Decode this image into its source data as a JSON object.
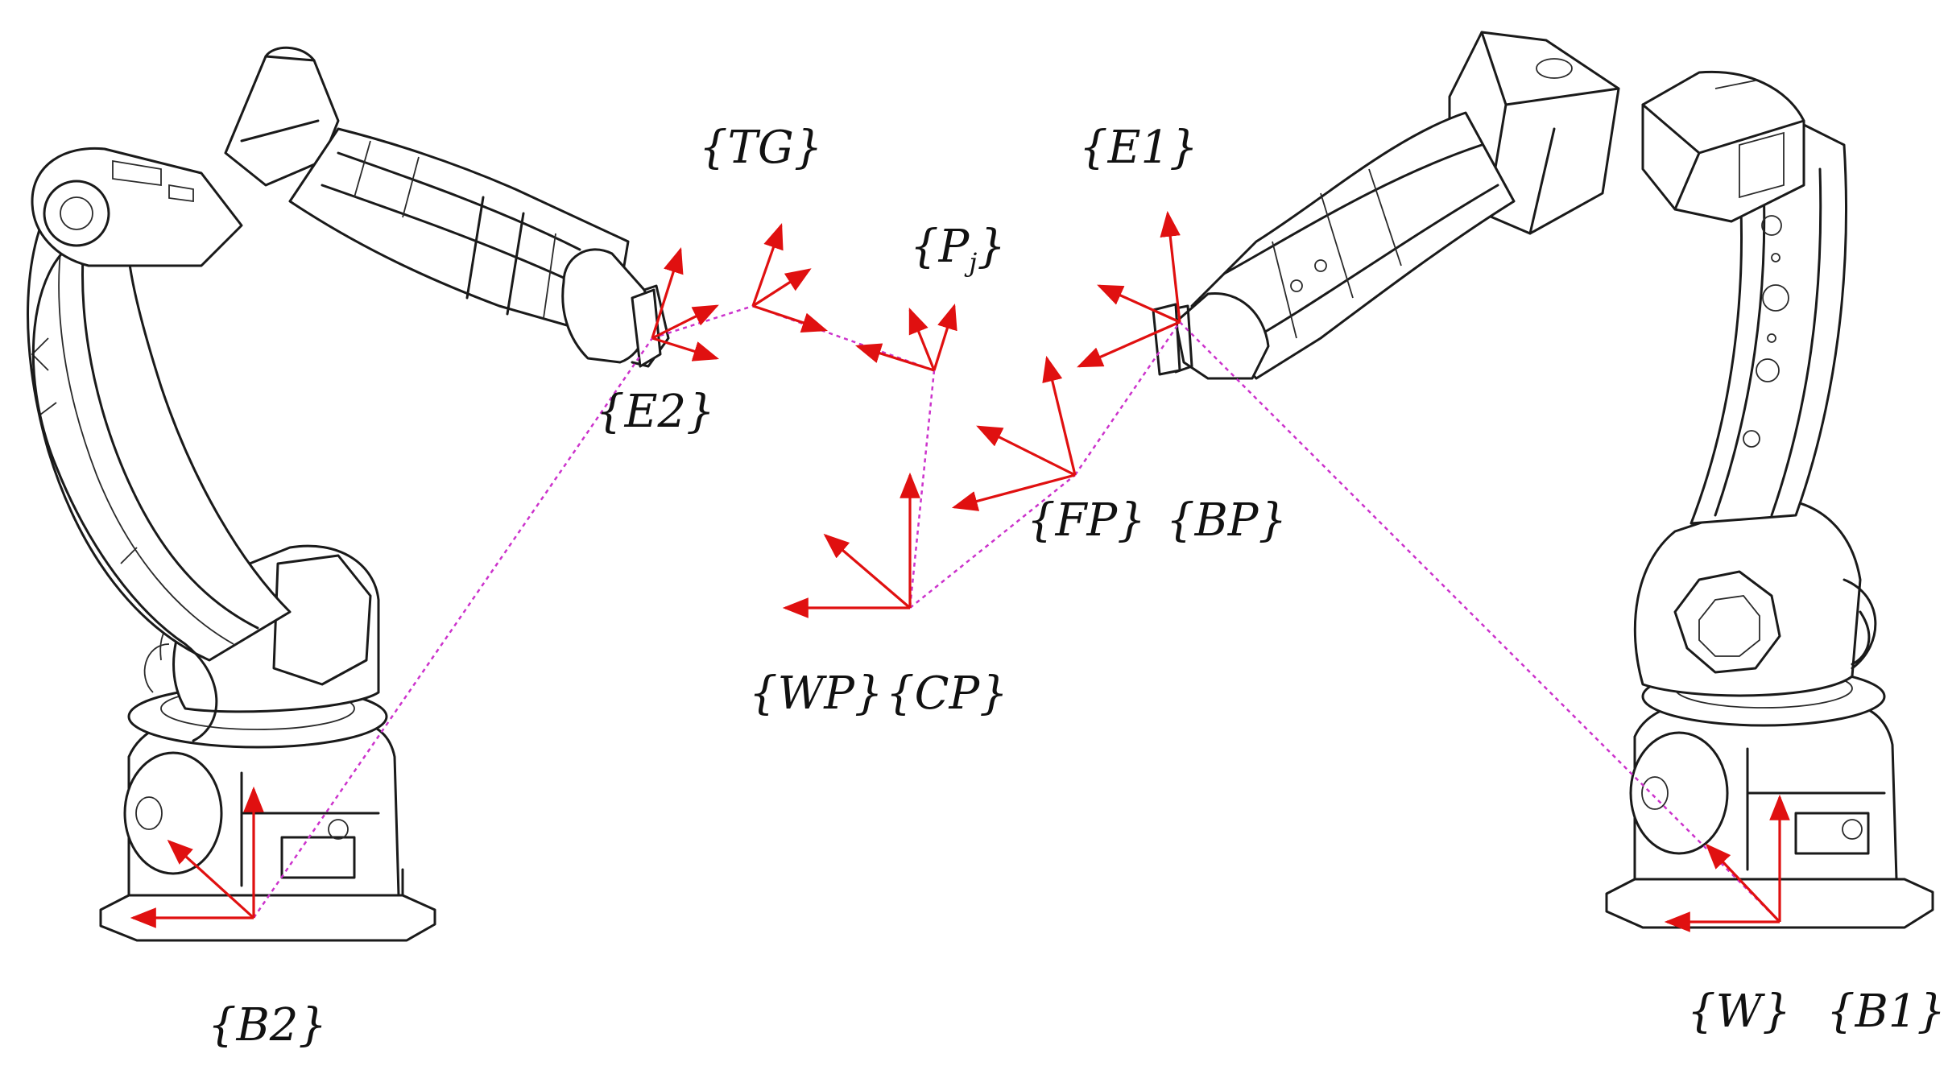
{
  "colors": {
    "axis_arrow": "#e01010",
    "chain_line": "#cc33cc",
    "robot_outline": "#1a1a1a",
    "background": "#ffffff"
  },
  "labels": {
    "TG": "{TG}",
    "E1": "{E1}",
    "Pj_main": "{P",
    "Pj_sub": "j",
    "Pj_close": "}",
    "E2": "{E2}",
    "FP": "{FP}",
    "BP": "{BP}",
    "WP": "{WP}",
    "CP": "{CP}",
    "B2": "{B2}",
    "W": "{W}",
    "B1": "{B1}"
  },
  "robots": [
    {
      "id": "robot-left",
      "base_frame": "B2",
      "end_effector_frame": "E2"
    },
    {
      "id": "robot-right",
      "base_frame": "B1",
      "end_effector_frame": "E1"
    }
  ]
}
